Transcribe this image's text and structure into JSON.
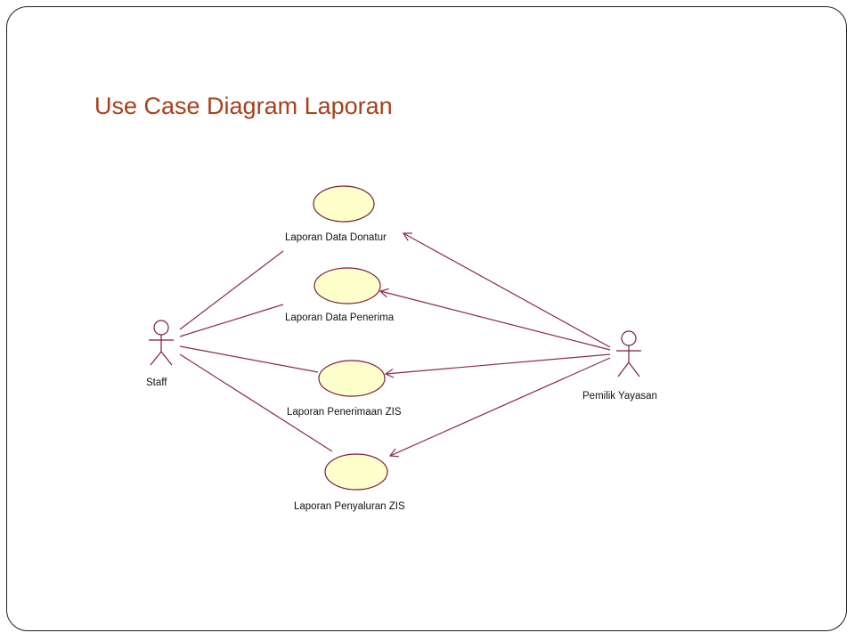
{
  "slide": {
    "title": "Use Case Diagram Laporan"
  },
  "diagram": {
    "actors": [
      {
        "id": "staff",
        "label": "Staff"
      },
      {
        "id": "owner",
        "label": "Pemilik Yayasan"
      }
    ],
    "use_cases": [
      {
        "id": "uc1",
        "label": "Laporan Data Donatur"
      },
      {
        "id": "uc2",
        "label": "Laporan Data Penerima"
      },
      {
        "id": "uc3",
        "label": "Laporan Penerimaan ZIS"
      },
      {
        "id": "uc4",
        "label": "Laporan Penyaluran ZIS"
      }
    ],
    "colors": {
      "use_case_fill": "#ffffcc",
      "use_case_stroke": "#7a1f3a",
      "line": "#8b2a4f",
      "actor": "#7a1f3a",
      "title": "#a8401a"
    }
  }
}
